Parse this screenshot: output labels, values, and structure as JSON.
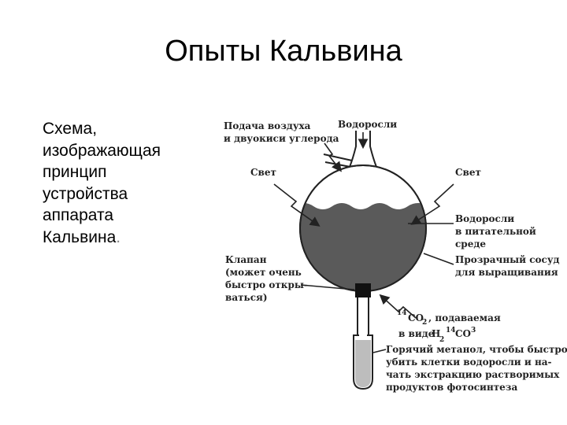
{
  "title": "Опыты Кальвина",
  "caption": [
    "Схема,",
    "изображающая",
    "принцип",
    "устройства",
    "аппарата",
    "Кальвина"
  ],
  "caption_end": ".",
  "diagram": {
    "air_label": [
      "Подача воздуха",
      "и двуокиси углерода"
    ],
    "algae_input_label": "Водоросли",
    "light_left": "Свет",
    "light_right": "Свет",
    "algae_medium_label": [
      "Водоросли",
      "в питательной",
      "среде"
    ],
    "vessel_label": [
      "Прозрачный сосуд",
      "для выращивания"
    ],
    "valve_label": [
      "Клапан",
      "(может очень",
      "быстро откры-",
      "ваться)"
    ],
    "co2_line1": {
      "sup": "14",
      "base": "CO",
      "sub": "2",
      "tail": ", подаваемая"
    },
    "co2_line2": {
      "pre": "в виде",
      "h": "H",
      "h_sub": "2",
      "sup": "14",
      "base": "CO",
      "sub": "3"
    },
    "methanol_label": [
      "Горячий метанол, чтобы быстро",
      "убить клетки водоросли и на-",
      "чать экстракцию растворимых",
      "продуктов фотосинтеза"
    ],
    "colors": {
      "liquid": "#5a5a5a",
      "valve": "#111111",
      "methanol": "#bdbdbd",
      "line": "#222222"
    }
  }
}
